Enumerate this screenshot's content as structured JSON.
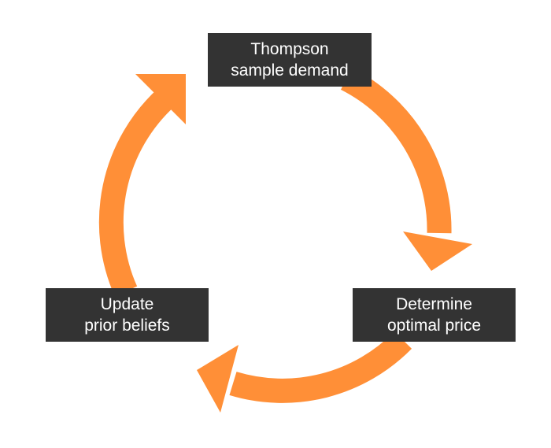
{
  "diagram": {
    "type": "cycle",
    "colors": {
      "arrow": "#FF8F37",
      "node_background": "#333333",
      "node_text": "#FFFFFF",
      "background": "#FFFFFF"
    },
    "nodes": [
      {
        "id": "top",
        "line1": "Thompson",
        "line2": "sample demand"
      },
      {
        "id": "right",
        "line1": "Determine",
        "line2": "optimal price"
      },
      {
        "id": "left",
        "line1": "Update",
        "line2": "prior beliefs"
      }
    ],
    "edges": [
      {
        "from": "Thompson sample demand",
        "to": "Determine optimal price"
      },
      {
        "from": "Determine optimal price",
        "to": "Update prior beliefs"
      },
      {
        "from": "Update prior beliefs",
        "to": "Thompson sample demand"
      }
    ]
  }
}
